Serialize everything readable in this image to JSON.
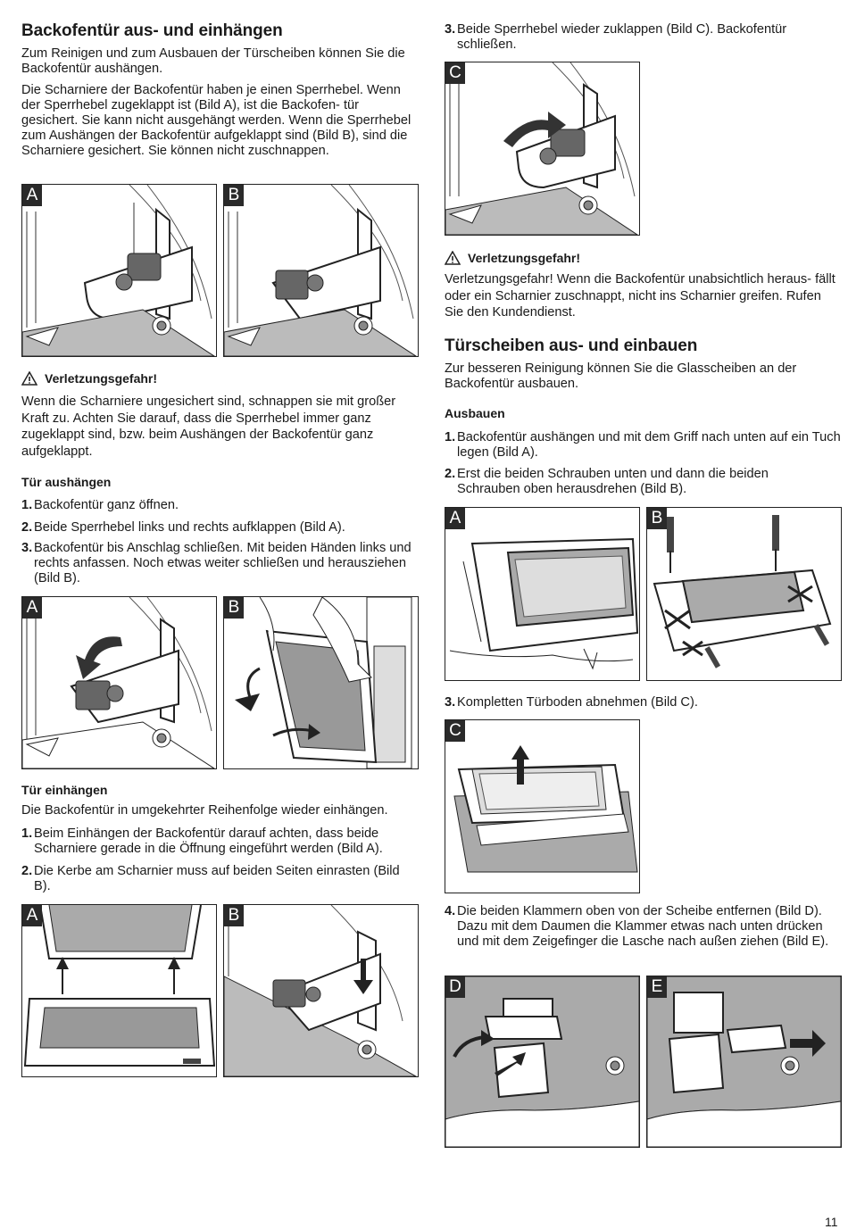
{
  "left": {
    "title": "Backofentür aus- und einhängen",
    "intro1": "Zum Reinigen und zum Ausbauen der Türscheiben können Sie die Backofentür aushängen.",
    "intro2": "Die Scharniere der Backofentür haben je einen Sperrhebel. Wenn der Sperrhebel zugeklappt ist (Bild A), ist die Backofen- tür gesichert. Sie kann nicht ausgehängt werden. Wenn die Sperrhebel zum Aushängen der Backofentür aufgeklappt sind (Bild B), sind die Scharniere gesichert. Sie können nicht zuschnappen.",
    "warn_title": "Verletzungsgefahr!",
    "warn_text": "Wenn die Scharniere ungesichert sind, schnappen sie mit großer Kraft zu. Achten Sie darauf, dass die Sperrhebel immer ganz zugeklappt sind, bzw. beim Aushängen der Backofentür ganz aufgeklappt.",
    "sub1": "Tür aushängen",
    "steps1": [
      {
        "n": "1.",
        "text": "Backofentür ganz öffnen."
      },
      {
        "n": "2.",
        "text": "Beide Sperrhebel links und rechts aufklappen (Bild A)."
      },
      {
        "n": "3.",
        "text": "Backofentür bis Anschlag schließen. Mit beiden Händen links und rechts anfassen. Noch etwas weiter schließen und herausziehen (Bild B)."
      }
    ],
    "sub2": "Tür einhängen",
    "einh_text": "Die Backofentür in umgekehrter Reihenfolge wieder einhängen.",
    "steps2": [
      {
        "n": "1.",
        "text": "Beim Einhängen der Backofentür darauf achten, dass beide Scharniere gerade in die Öffnung eingeführt werden (Bild A)."
      },
      {
        "n": "2.",
        "text": "Die Kerbe am Scharnier muss auf beiden Seiten einrasten (Bild B)."
      }
    ]
  },
  "right": {
    "step3": {
      "n": "3.",
      "text": "Beide Sperrhebel wieder zuklappen (Bild C). Backofentür schließen."
    },
    "warn_title": "Verletzungsgefahr!",
    "warn_text": "Verletzungsgefahr! Wenn die Backofentür unabsichtlich heraus- fällt oder ein Scharnier zuschnappt, nicht ins Scharnier greifen. Rufen Sie den Kundendienst.",
    "title": "Türscheiben aus- und einbauen",
    "intro": "Zur besseren Reinigung können Sie die Glasscheiben an der Backofentür ausbauen.",
    "sub": "Ausbauen",
    "steps": [
      {
        "n": "1.",
        "text": "Backofentür aushängen und mit dem Griff nach unten auf ein Tuch legen (Bild A)."
      },
      {
        "n": "2.",
        "text": "Erst die beiden Schrauben unten und dann die beiden Schrauben oben herausdrehen (Bild B)."
      }
    ],
    "step3b": {
      "n": "3.",
      "text": "Kompletten Türboden abnehmen (Bild C)."
    },
    "step4": {
      "n": "4.",
      "text": "Die beiden Klammern oben von der Scheibe entfernen (Bild D). Dazu mit dem Daumen die Klammer etwas nach unten drücken und mit dem Zeigefinger die Lasche nach außen ziehen (Bild E)."
    }
  },
  "labels": {
    "A": "A",
    "B": "B",
    "C": "C",
    "D": "D",
    "E": "E"
  },
  "page_number": "11"
}
